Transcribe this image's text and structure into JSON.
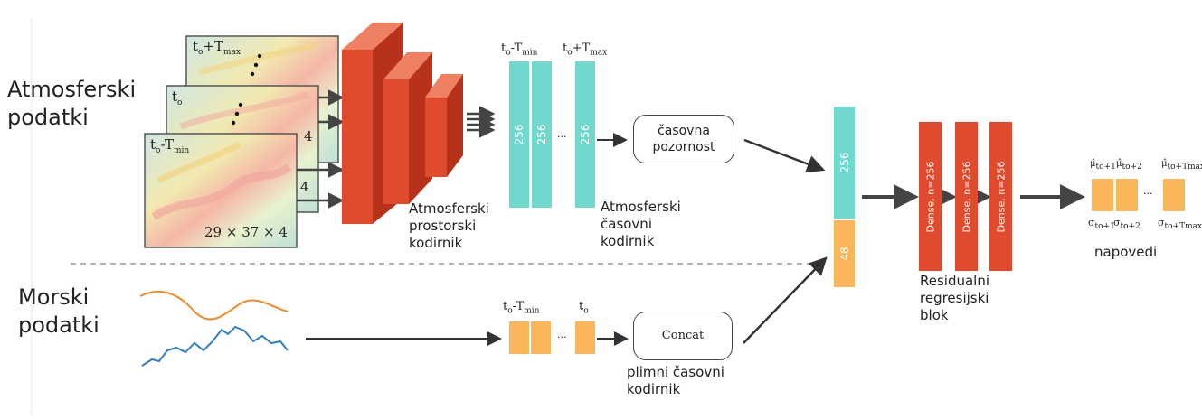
{
  "inputs": {
    "atmo_label": "Atmosferski\npodatki",
    "sea_label": "Morski\npodatki"
  },
  "frames": {
    "top_label": "t",
    "top_sub": "o",
    "top_plus": "+T",
    "top_plus_sub": "max",
    "mid_label": "t",
    "mid_sub": "o",
    "bot_label": "t",
    "bot_sub": "o",
    "bot_minus": "-T",
    "bot_minus_sub": "min",
    "dims": "29 × 37 × 4",
    "channel_a": "4",
    "channel_b": "4"
  },
  "encoders": {
    "spatial": "Atmosferski\nprostorski\nkodirnik",
    "temporal": "Atmosferski\nčasovni\nkodirnik",
    "tidal": "plimni časovni\nkodirnik"
  },
  "temporal_seq": {
    "first_t": "t",
    "first_sub": "o",
    "first_op": "-T",
    "first_op_sub": "min",
    "last_t": "t",
    "last_sub": "o",
    "last_op": "+T",
    "last_op_sub": "max",
    "bars": [
      "256",
      "256",
      "256"
    ],
    "ellipsis": "···"
  },
  "tidal_seq": {
    "first_t": "t",
    "first_sub": "o",
    "first_op": "-T",
    "first_op_sub": "min",
    "last_t": "t",
    "last_sub": "o",
    "ellipsis": "···"
  },
  "modules": {
    "attention": "časovna\npozornost",
    "concat": "Concat"
  },
  "merged": {
    "top": "256",
    "bottom": "48"
  },
  "regression": {
    "dense": [
      "Dense, n=256",
      "Dense, n=256",
      "Dense, n=256"
    ],
    "label": "Residualni\nregresijski\nblok"
  },
  "outputs": {
    "mu_symbol": "μ̂",
    "sigma_symbol": "σ",
    "subs": [
      "to+1",
      "to+2",
      "to+Tmax"
    ],
    "ellipsis": "···",
    "label": "napovedi"
  },
  "colors": {
    "teal": "#6ed9cc",
    "orange": "#fbb65a",
    "red": "#e04b2d",
    "wave_orange": "#f08a2a",
    "wave_blue": "#2f7fc1"
  }
}
